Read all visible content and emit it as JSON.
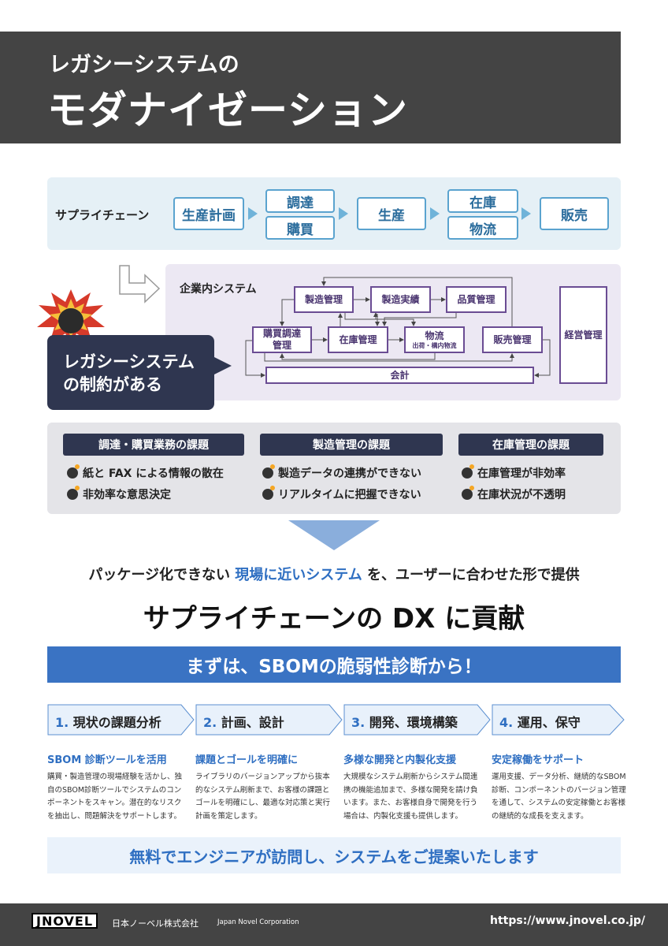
{
  "header": {
    "title_line1": "レガシーシステムの",
    "title_line2": "モダナイゼーション"
  },
  "supply_chain": {
    "label": "サプライチェーン",
    "steps": [
      "生産計画",
      "調達",
      "購買",
      "生産",
      "在庫",
      "物流",
      "販売"
    ]
  },
  "internal_system": {
    "label": "企業内システム",
    "boxes": {
      "mfg_mgmt": "製造管理",
      "mfg_results": "製造実績",
      "quality": "品質管理",
      "purchase_1": "購買調達",
      "purchase_2": "管理",
      "inventory": "在庫管理",
      "logistics": "物流",
      "logistics_sub": "出荷・構内物流",
      "sales": "販売管理",
      "accounting": "会計",
      "management": "経営管理"
    }
  },
  "callout": {
    "line1": "レガシーシステム",
    "line2": "の制約がある"
  },
  "issues": [
    {
      "title": "調達・購買業務の課題",
      "items": [
        "紙と FAX による情報の散在",
        "非効率な意思決定"
      ]
    },
    {
      "title": "製造管理の課題",
      "items": [
        "製造データの連携ができない",
        "リアルタイムに把握できない"
      ]
    },
    {
      "title": "在庫管理の課題",
      "items": [
        "在庫管理が非効率",
        "在庫状況が不透明"
      ]
    }
  ],
  "message": {
    "pre": "パッケージ化できない ",
    "highlight": "現場に近いシステム",
    "post": " を、ユーザーに合わせた形で提供",
    "headline": "サプライチェーンの DX に貢献"
  },
  "banner": "まずは、SBOMの脆弱性診断から！",
  "steps": [
    {
      "num": "1.",
      "label": "現状の課題分析",
      "heading": "SBOM 診断ツールを活用",
      "desc": "購買・製造管理の現場経験を活かし、独自のSBOM診断ツールでシステムのコンポーネントをスキャン。潜在的なリスクを抽出し、問題解決をサポートします。"
    },
    {
      "num": "2.",
      "label": "計画、設計",
      "heading": "課題とゴールを明確に",
      "desc": "ライブラリのバージョンアップから抜本的なシステム刷新まで、お客様の課題とゴールを明確にし、最適な対応策と実行計画を策定します。"
    },
    {
      "num": "3.",
      "label": "開発、環境構築",
      "heading": "多様な開発と内製化支援",
      "desc": "大規模なシステム刷新からシステム間連携の機能追加まで、多様な開発を請け負います。また、お客様自身で開発を行う場合は、内製化支援も提供します。"
    },
    {
      "num": "4.",
      "label": "運用、保守",
      "heading": "安定稼働をサポート",
      "desc": "運用支援、データ分析、継続的なSBOM診断、コンポーネントのバージョン管理を通して、システムの安定稼働とお客様の継続的な成長を支えます。"
    }
  ],
  "cta": "無料でエンジニアが訪問し、システムをご提案いたします",
  "footer": {
    "logo": "JNOVEL",
    "company_ja": "日本ノーベル株式会社",
    "company_en": "Japan Novel Corporation",
    "url": "https://www.jnovel.co.jp/"
  }
}
